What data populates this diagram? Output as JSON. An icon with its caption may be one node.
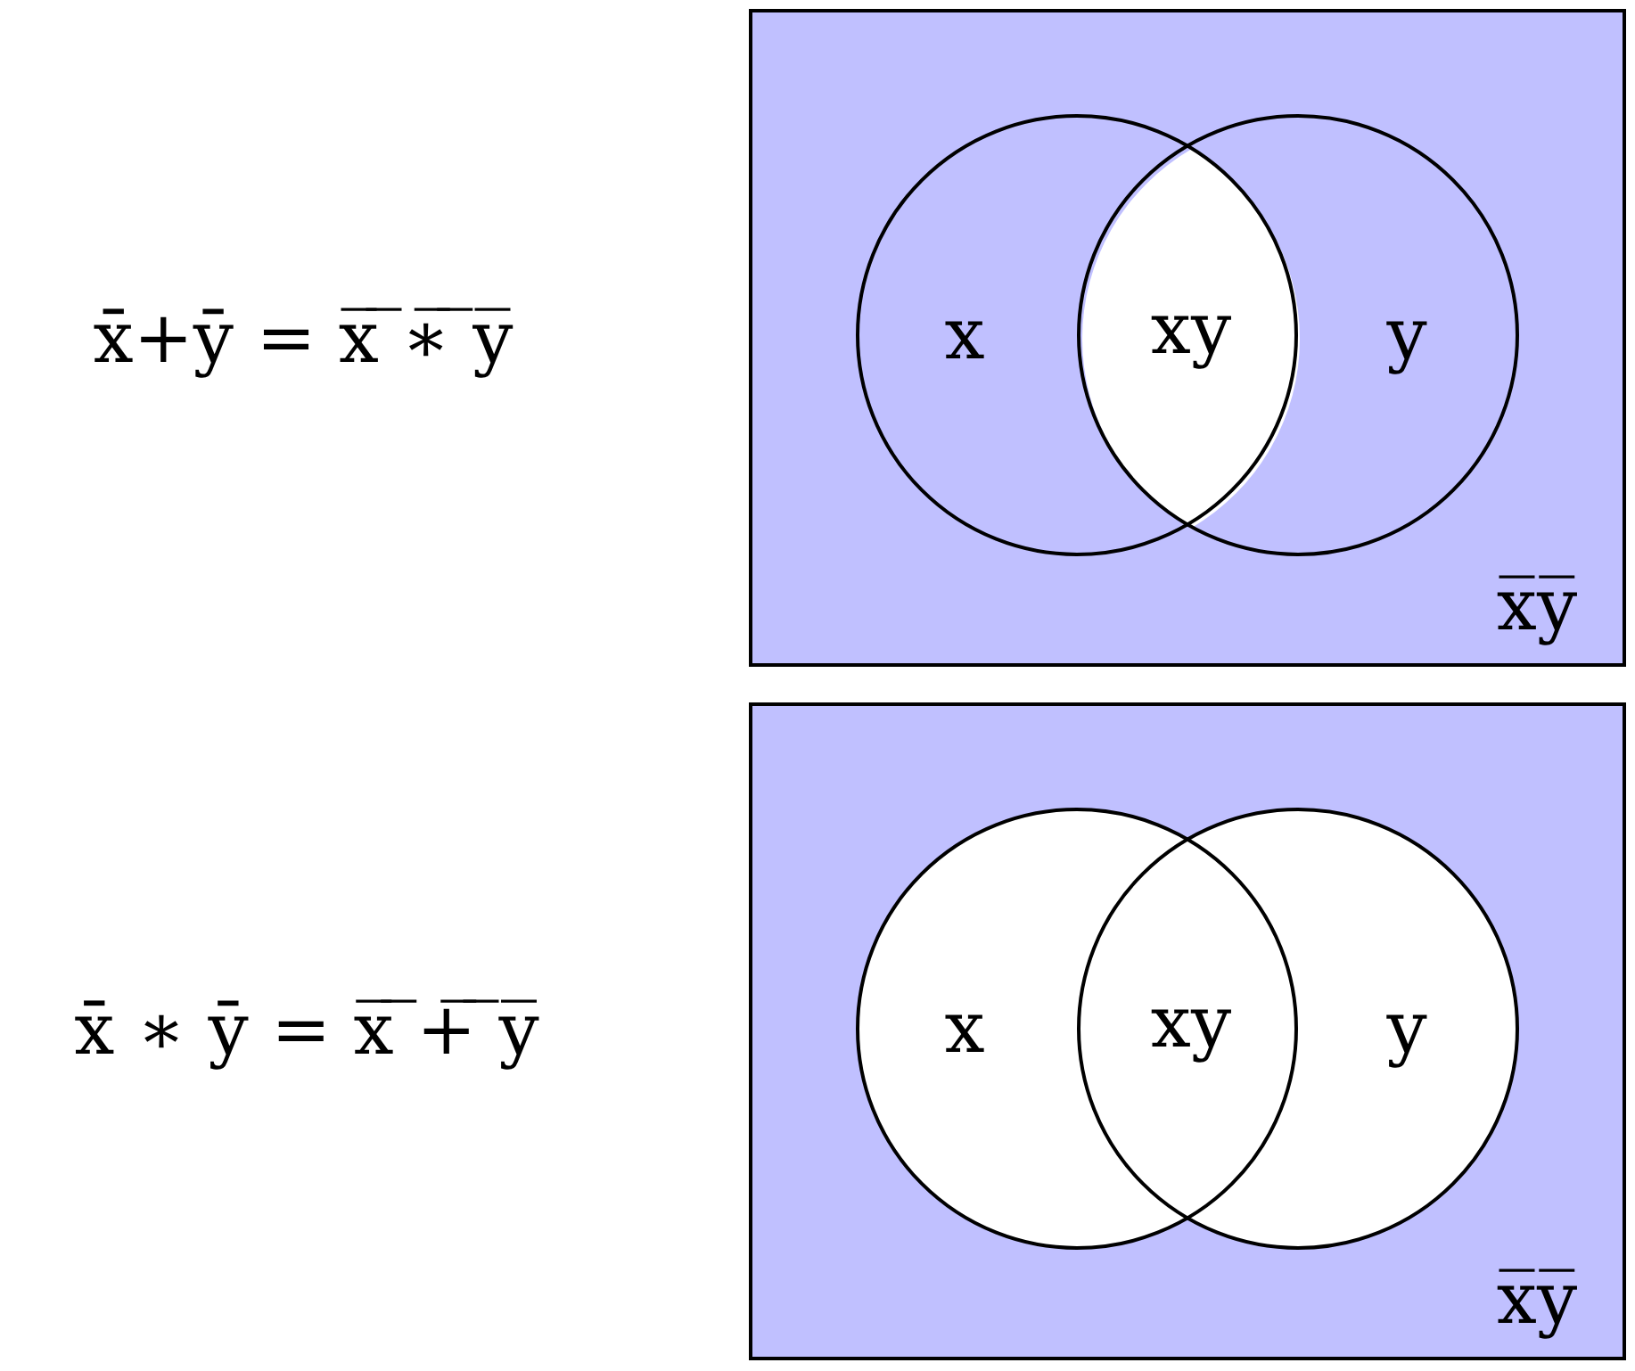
{
  "diagram": {
    "nodes": [
      {
        "text": [
          "x̅y̅"
        ]
      },
      {
        "text": [
          "x"
        ],
        "in": 0
      },
      {
        "text": [
          "y"
        ],
        "in": 0
      },
      {
        "text": [
          "x̅y̅"
        ]
      },
      {
        "text": [
          "x"
        ],
        "in": 3
      },
      {
        "text": [
          "y"
        ],
        "in": 3
      }
    ],
    "labels": [
      "x̄+ȳ = x̅ ̅∗̅ ̅y̅",
      "xy",
      "x̄ ∗ ȳ = x̅ ̅+̅ ̅y̅",
      "xy"
    ]
  }
}
